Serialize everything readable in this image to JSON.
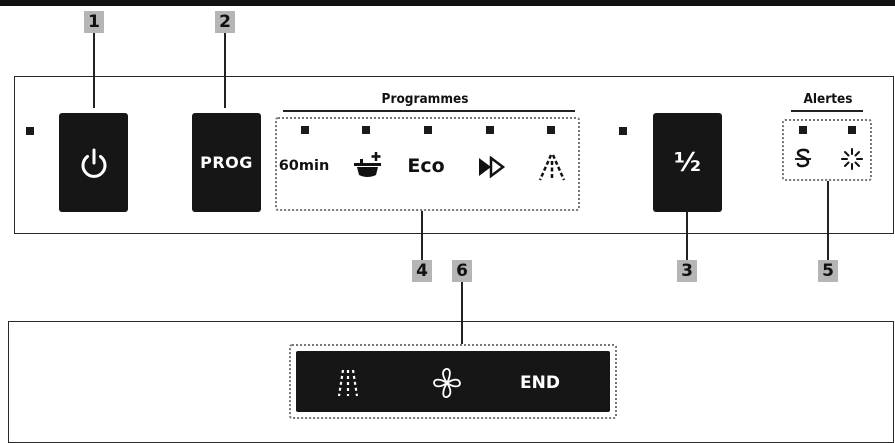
{
  "callouts": {
    "c1": "1",
    "c2": "2",
    "c3": "3",
    "c4": "4",
    "c5": "5",
    "c6": "6"
  },
  "buttons": {
    "power_icon": "power-icon",
    "prog_label": "PROG",
    "half_label": "½"
  },
  "programmes": {
    "title": "Programmes",
    "items": [
      {
        "label": "60min",
        "icon": "text"
      },
      {
        "label": "",
        "icon": "prewash-icon"
      },
      {
        "label": "Eco",
        "icon": "text"
      },
      {
        "label": "",
        "icon": "quick-icon"
      },
      {
        "label": "",
        "icon": "glass-icon"
      }
    ]
  },
  "alerts": {
    "title": "Alertes",
    "items": [
      {
        "icon": "salt-icon"
      },
      {
        "icon": "rinse-aid-icon"
      }
    ]
  },
  "display": {
    "items": [
      {
        "icon": "wash-icon"
      },
      {
        "icon": "dry-fan-icon"
      },
      {
        "label": "END"
      }
    ]
  }
}
